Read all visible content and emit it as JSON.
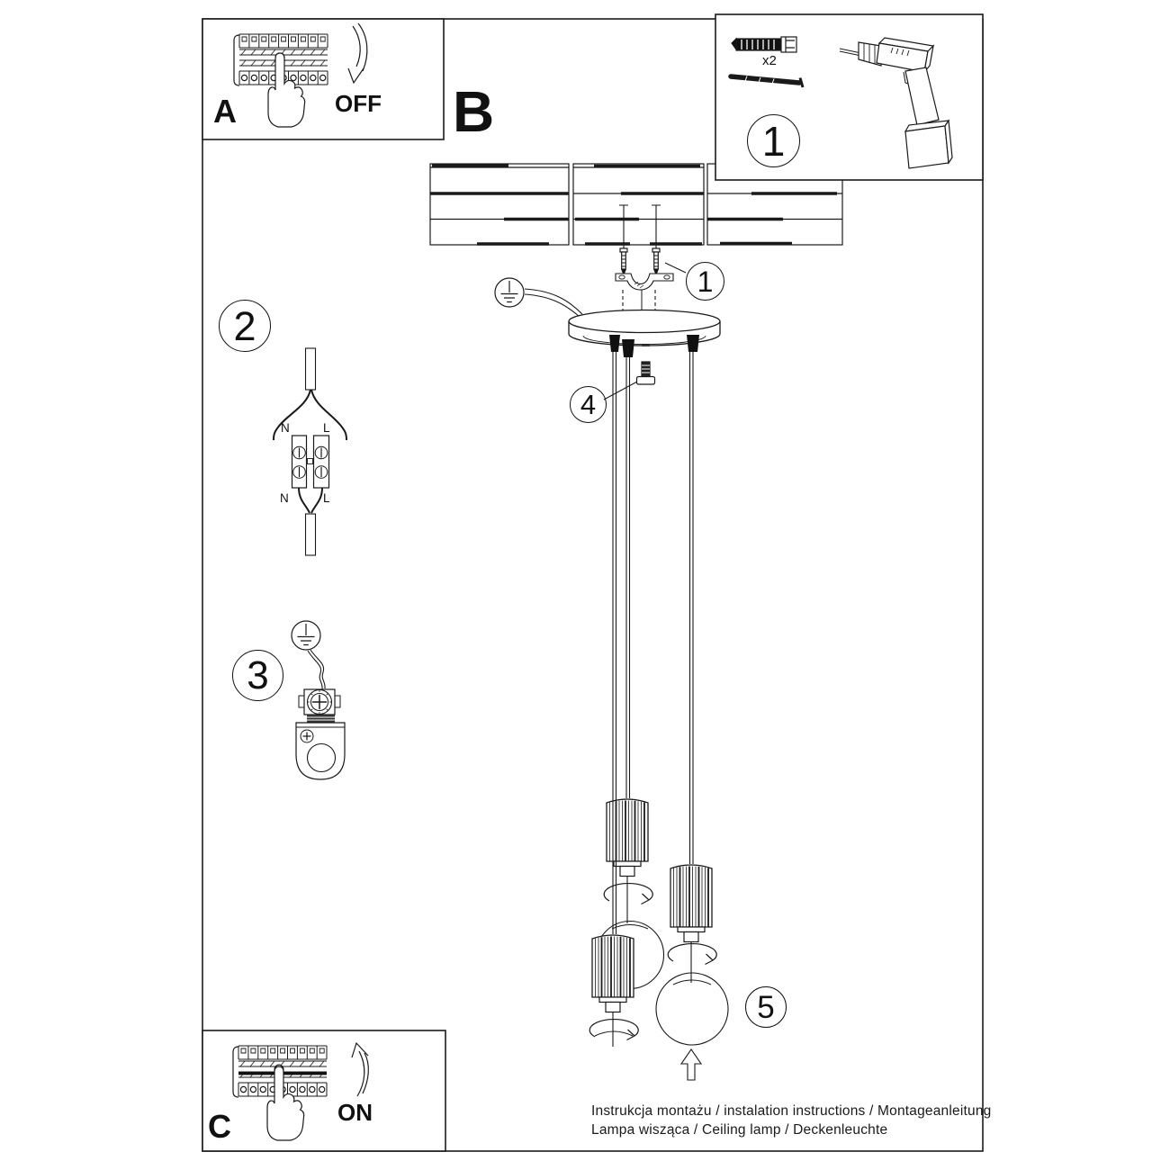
{
  "doc": {
    "sections": {
      "a": {
        "label": "A",
        "state": "OFF"
      },
      "b": {
        "label": "B"
      },
      "c": {
        "label": "C",
        "state": "ON"
      }
    },
    "badges": {
      "tools": "1",
      "anchors": "1",
      "wiring": "2",
      "ground": "3",
      "lock": "4",
      "bulb": "5"
    },
    "tools": {
      "anchor_qty": "x2"
    },
    "terminal": {
      "n_top": "N",
      "l_top": "L",
      "n_bottom": "N",
      "l_bottom": "L"
    },
    "footer": {
      "line1": "Instrukcja montażu / instalation instructions / Montageanleitung",
      "line2": "Lampa wisząca / Ceiling lamp / Deckenleuchte"
    },
    "colors": {
      "ink": "#1a1a1a",
      "paper": "#ffffff"
    }
  }
}
